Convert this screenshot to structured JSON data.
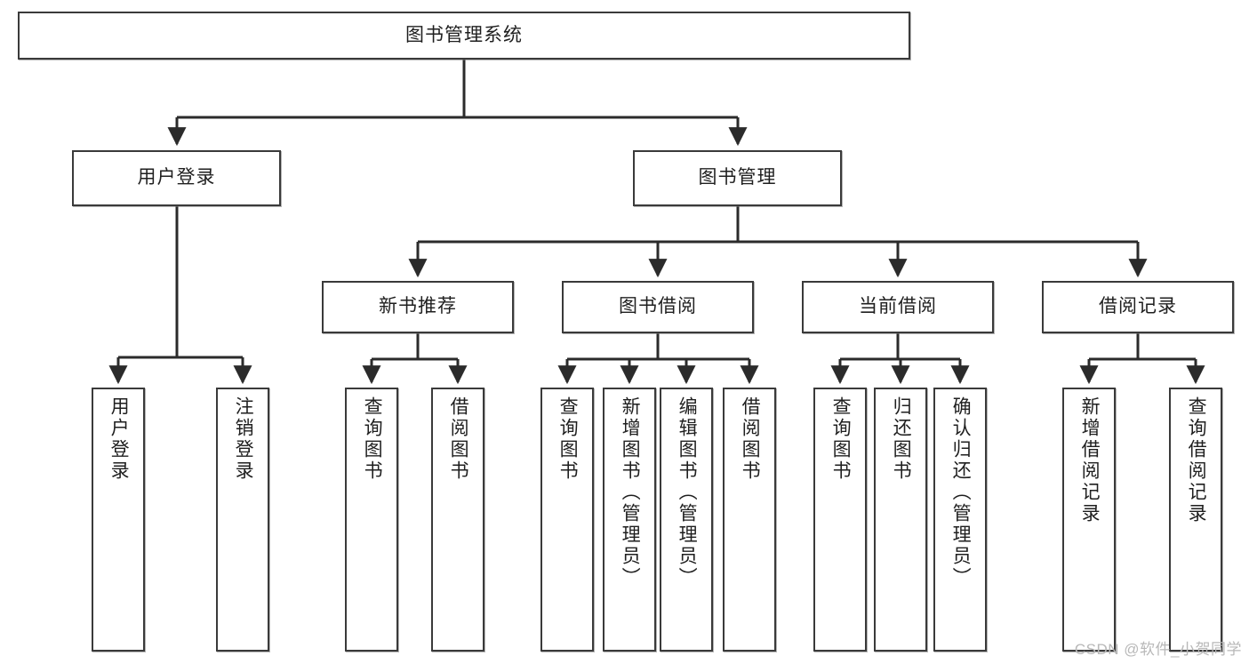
{
  "diagram": {
    "type": "tree",
    "title": "图书管理系统",
    "orientation": "top-down",
    "colors": {
      "box_border": "#3a3a3a",
      "box_fill": "#ffffff",
      "edge": "#2b2b2b",
      "text": "#1f1f1f",
      "watermark": "#b8b8b8",
      "background": "#ffffff"
    },
    "watermark": "CSDN @软件_小贺同学"
  },
  "nodes": {
    "root": {
      "label": "图书管理系统"
    },
    "level2": [
      {
        "label": "用户登录"
      },
      {
        "label": "图书管理"
      }
    ],
    "level3": [
      {
        "label": "新书推荐"
      },
      {
        "label": "图书借阅"
      },
      {
        "label": "当前借阅"
      },
      {
        "label": "借阅记录"
      }
    ],
    "leaves": {
      "user_login": [
        {
          "label": "用户登录"
        },
        {
          "label": "注销登录"
        }
      ],
      "new_book_recommend": [
        {
          "label": "查询图书"
        },
        {
          "label": "借阅图书"
        }
      ],
      "book_borrow": [
        {
          "label": "查询图书"
        },
        {
          "label": "新增图书（管理员）"
        },
        {
          "label": "编辑图书（管理员）"
        },
        {
          "label": "借阅图书"
        }
      ],
      "current_borrow": [
        {
          "label": "查询图书"
        },
        {
          "label": "归还图书"
        },
        {
          "label": "确认归还（管理员）"
        }
      ],
      "borrow_record": [
        {
          "label": "新增借阅记录"
        },
        {
          "label": "查询借阅记录"
        }
      ]
    }
  }
}
